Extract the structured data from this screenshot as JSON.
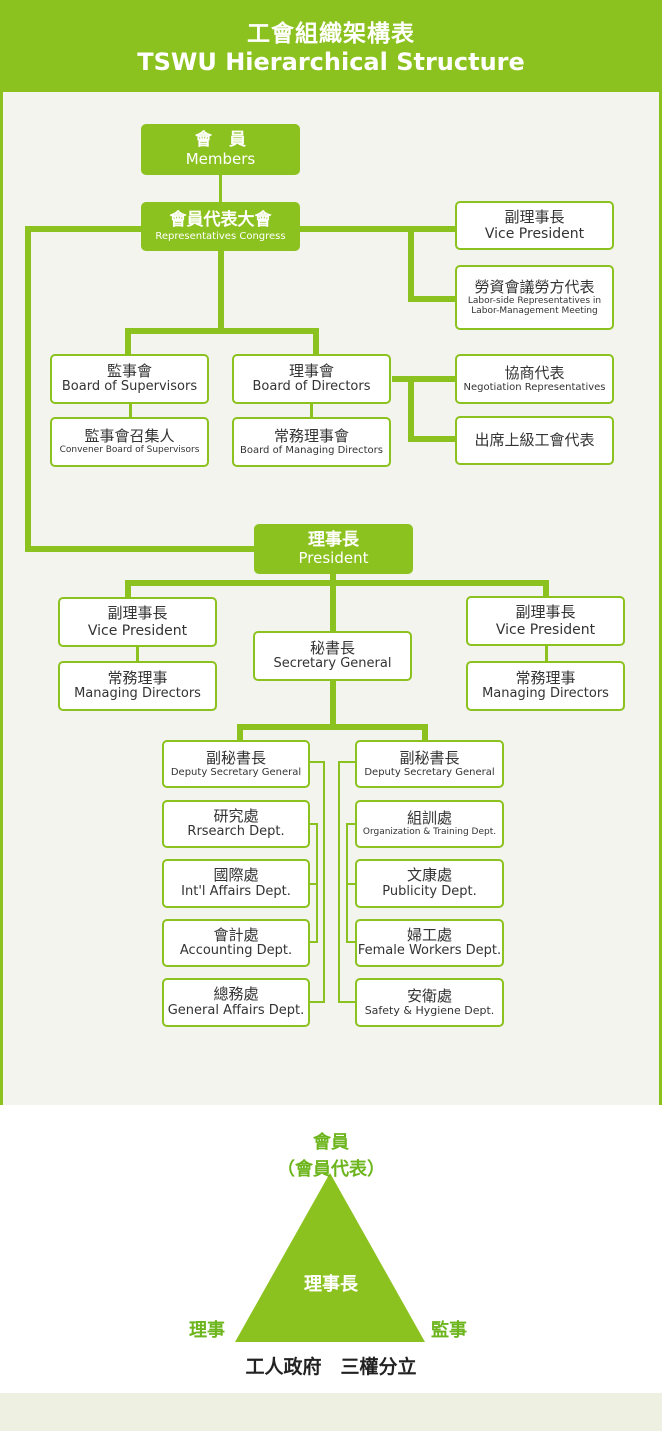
{
  "header": {
    "title_zh": "工會組織架構表",
    "title_en": "TSWU Hierarchical Structure"
  },
  "members": {
    "zh": "會　員",
    "en": "Members"
  },
  "congress": {
    "zh": "會員代表大會",
    "en": "Representatives Congress"
  },
  "vice_president_top": {
    "zh": "副理事長",
    "en": "Vice President"
  },
  "labor_rep": {
    "zh": "勞資會議勞方代表",
    "en1": "Labor-side Representatives in",
    "en2": "Labor-Management Meeting"
  },
  "supervisors": {
    "zh": "監事會",
    "en": "Board of Supervisors"
  },
  "directors": {
    "zh": "理事會",
    "en": "Board of Directors"
  },
  "negotiation": {
    "zh": "協商代表",
    "en": "Negotiation Representatives"
  },
  "convener": {
    "zh": "監事會召集人",
    "en": "Convener Board of Supervisors"
  },
  "managing_board": {
    "zh": "常務理事會",
    "en": "Board of Managing Directors"
  },
  "upper_union": {
    "zh": "出席上級工會代表"
  },
  "president": {
    "zh": "理事長",
    "en": "President"
  },
  "vp_left": {
    "zh": "副理事長",
    "en": "Vice President"
  },
  "vp_right": {
    "zh": "副理事長",
    "en": "Vice President"
  },
  "secretary": {
    "zh": "秘書長",
    "en": "Secretary General"
  },
  "md_left": {
    "zh": "常務理事",
    "en": "Managing Directors"
  },
  "md_right": {
    "zh": "常務理事",
    "en": "Managing Directors"
  },
  "dsg_left": {
    "zh": "副秘書長",
    "en": "Deputy Secretary General"
  },
  "dsg_right": {
    "zh": "副秘書長",
    "en": "Deputy Secretary General"
  },
  "research": {
    "zh": "研究處",
    "en": "Rrsearch Dept."
  },
  "intl": {
    "zh": "國際處",
    "en": "Int'l Affairs Dept."
  },
  "accounting": {
    "zh": "會計處",
    "en": "Accounting Dept."
  },
  "general": {
    "zh": "總務處",
    "en": "General Affairs Dept."
  },
  "organization": {
    "zh": "組訓處",
    "en": "Organization & Training Dept."
  },
  "publicity": {
    "zh": "文康處",
    "en": "Publicity Dept."
  },
  "female": {
    "zh": "婦工處",
    "en": "Female Workers Dept."
  },
  "safety": {
    "zh": "安衛處",
    "en": "Safety & Hygiene Dept."
  },
  "triangle": {
    "top1": "會員",
    "top2": "（會員代表）",
    "center": "理事長",
    "left": "理事",
    "right": "監事",
    "caption": "工人政府　三權分立"
  },
  "colors": {
    "accent": "#8cc21f",
    "background": "#f4f4ee"
  }
}
